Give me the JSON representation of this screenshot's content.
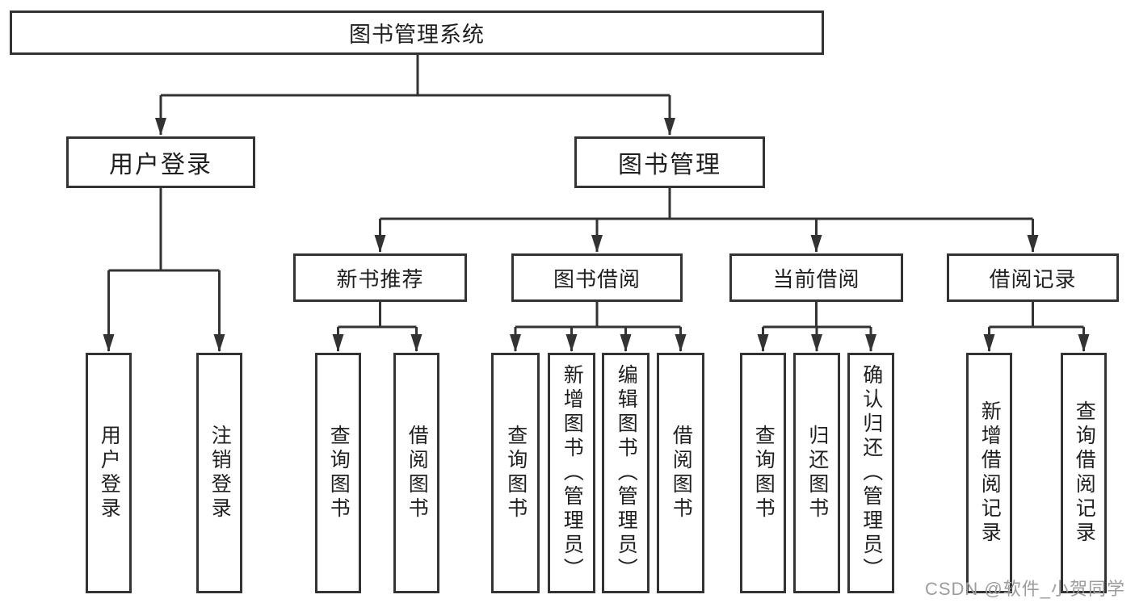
{
  "colors": {
    "line": "#333333",
    "text": "#1f1f1f",
    "background": "#ffffff",
    "watermark": "#9c9c9c"
  },
  "nodes": {
    "root": {
      "label": "图书管理系统"
    },
    "level2": [
      {
        "label": "用户登录"
      },
      {
        "label": "图书管理"
      }
    ],
    "level3": [
      {
        "label": "新书推荐"
      },
      {
        "label": "图书借阅"
      },
      {
        "label": "当前借阅"
      },
      {
        "label": "借阅记录"
      }
    ],
    "leaf_groups": [
      {
        "parent": "用户登录",
        "items": [
          {
            "label": "用户登录"
          },
          {
            "label": "注销登录"
          }
        ]
      },
      {
        "parent": "新书推荐",
        "items": [
          {
            "label": "查询图书"
          },
          {
            "label": "借阅图书"
          }
        ]
      },
      {
        "parent": "图书借阅",
        "items": [
          {
            "label": "查询图书"
          },
          {
            "label": "新增图书（管理员）"
          },
          {
            "label": "编辑图书（管理员）"
          },
          {
            "label": "借阅图书"
          }
        ]
      },
      {
        "parent": "当前借阅",
        "items": [
          {
            "label": "查询图书"
          },
          {
            "label": "归还图书"
          },
          {
            "label": "确认归还（管理员）"
          }
        ]
      },
      {
        "parent": "借阅记录",
        "items": [
          {
            "label": "新增借阅记录"
          },
          {
            "label": "查询借阅记录"
          }
        ]
      }
    ]
  },
  "watermark": {
    "text": "CSDN @软件_小贺同学"
  }
}
